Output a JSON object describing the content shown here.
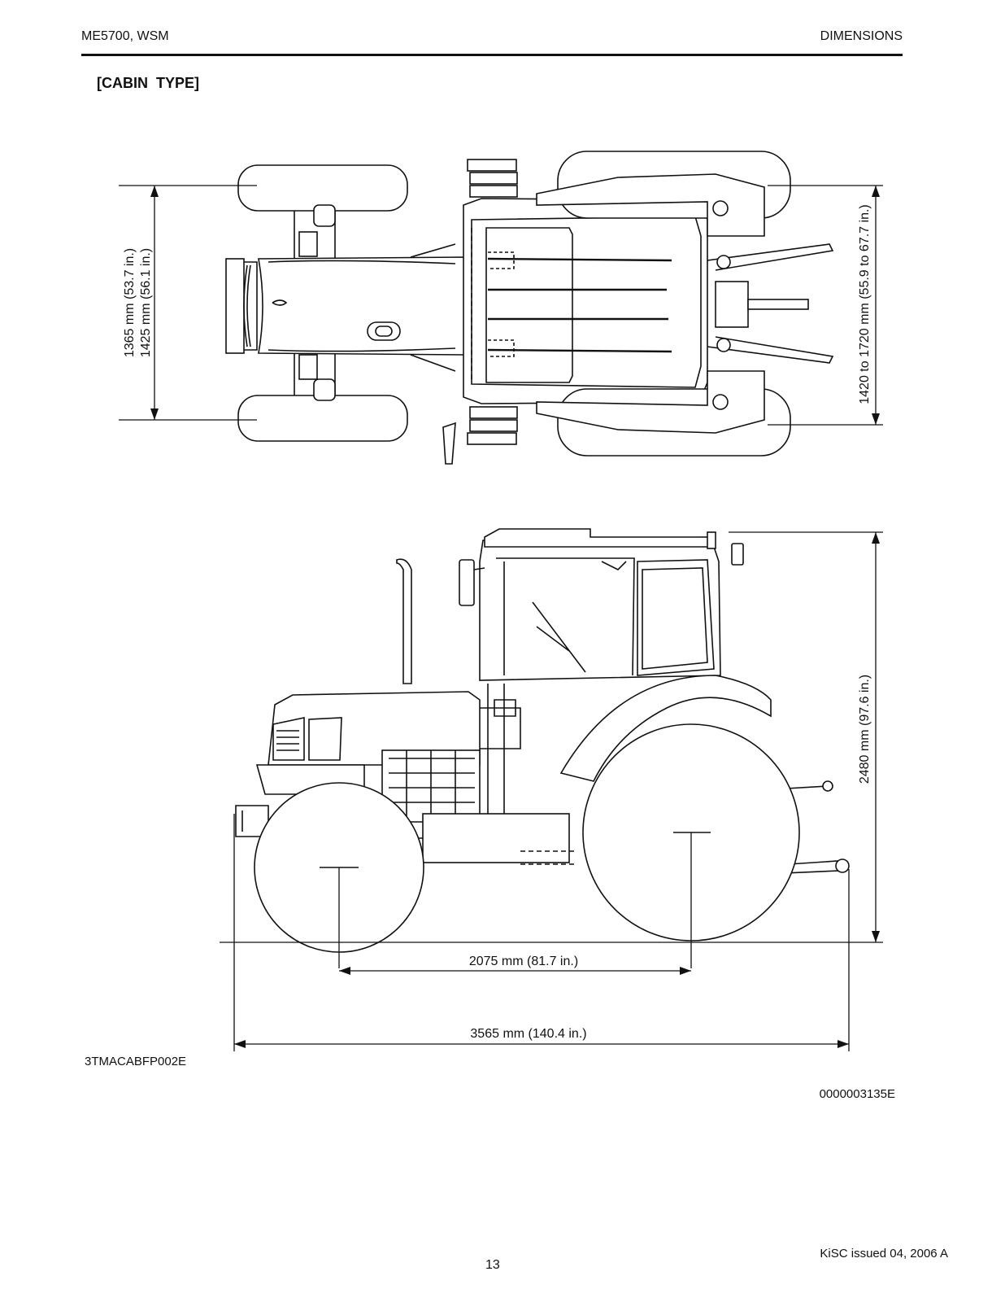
{
  "header": {
    "left": "ME5700, WSM",
    "right": "DIMENSIONS"
  },
  "section_title": "[CABIN  TYPE]",
  "dimensions": {
    "front_tread_1": "1365 mm (53.7 in.)",
    "front_tread_2": "1425 mm (56.1 in.)",
    "rear_tread": "1420 to 1720 mm (55.9 to 67.7 in.)",
    "height": "2480 mm (97.6 in.)",
    "wheelbase": "2075 mm (81.7 in.)",
    "length": "3565 mm (140.4 in.)"
  },
  "figure_code": "3TMACABFP002E",
  "doc_code": "0000003135E",
  "footer": {
    "page_number": "13",
    "issue": "KiSC issued 04, 2006 A"
  }
}
